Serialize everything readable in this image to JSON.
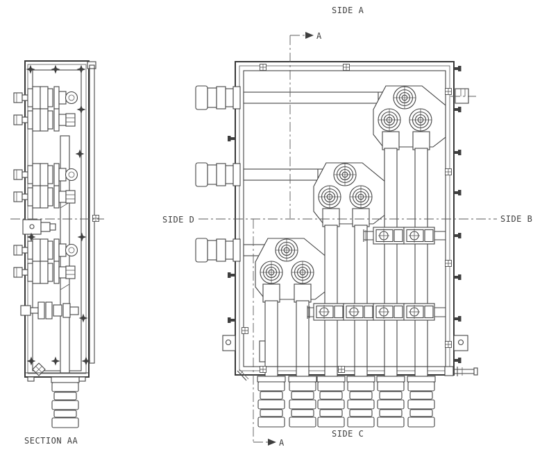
{
  "drawing": {
    "labels": {
      "side_a": "SIDE A",
      "side_b": "SIDE B",
      "side_c": "SIDE C",
      "side_d": "SIDE D",
      "section_title": "SECTION AA",
      "section_marker_top": "A",
      "section_marker_bottom": "A"
    },
    "colors": {
      "line": "#424242",
      "text": "#3d3d3d",
      "background": "#ffffff"
    }
  }
}
